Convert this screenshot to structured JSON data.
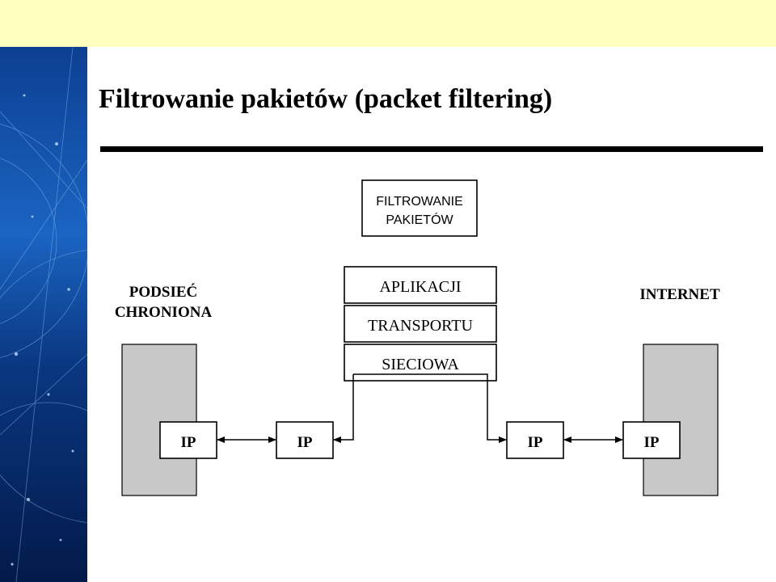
{
  "title": "Filtrowanie pakietów (packet filtering)",
  "filter_box": {
    "line1": "FILTROWANIE",
    "line2": "PAKIETÓW"
  },
  "protected_net": {
    "line1": "PODSIEĆ",
    "line2": "CHRONIONA"
  },
  "internet": "INTERNET",
  "layers": [
    "APLIKACJI",
    "TRANSPORTU",
    "SIECIOWA"
  ],
  "ip_boxes": [
    "IP",
    "IP",
    "IP",
    "IP"
  ],
  "colors": {
    "top_band": "#ffffc0",
    "host_fill": "#c8c8c8",
    "side_art_dark": "#031a4a",
    "side_art_light": "#2a78d0"
  }
}
